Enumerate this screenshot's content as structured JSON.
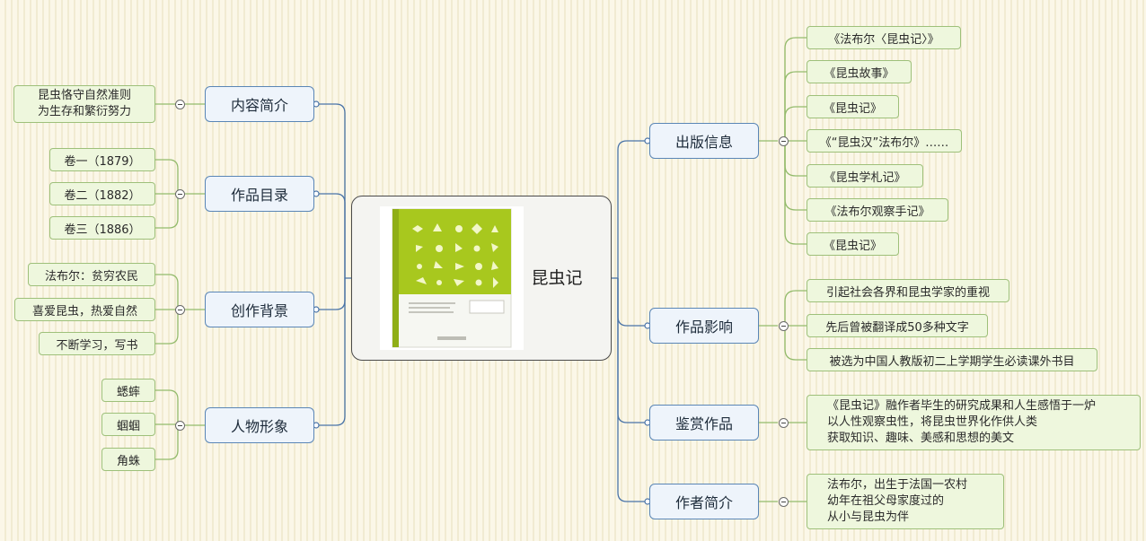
{
  "central": {
    "title": "昆虫记",
    "image": "book-cover"
  },
  "left_topics": [
    {
      "label": "内容简介",
      "children": [
        {
          "lines": [
            "昆虫恪守自然准则",
            "为生存和繁衍努力"
          ]
        }
      ]
    },
    {
      "label": "作品目录",
      "children": [
        {
          "lines": [
            "卷一（1879）"
          ]
        },
        {
          "lines": [
            "卷二（1882）"
          ]
        },
        {
          "lines": [
            "卷三（1886）"
          ]
        }
      ]
    },
    {
      "label": "创作背景",
      "children": [
        {
          "lines": [
            "法布尔：贫穷农民"
          ]
        },
        {
          "lines": [
            "喜爱昆虫，热爱自然"
          ]
        },
        {
          "lines": [
            "不断学习，写书"
          ]
        }
      ]
    },
    {
      "label": "人物形象",
      "children": [
        {
          "lines": [
            "蟋蟀"
          ]
        },
        {
          "lines": [
            "蝈蝈"
          ]
        },
        {
          "lines": [
            "角蛛"
          ]
        }
      ]
    }
  ],
  "right_topics": [
    {
      "label": "出版信息",
      "children": [
        {
          "lines": [
            "《法布尔〈昆虫记〉》"
          ]
        },
        {
          "lines": [
            "《昆虫故事》"
          ]
        },
        {
          "lines": [
            "《昆虫记》"
          ]
        },
        {
          "lines": [
            "《“昆虫汉”法布尔》……"
          ]
        },
        {
          "lines": [
            "《昆虫学札记》"
          ]
        },
        {
          "lines": [
            "《法布尔观察手记》"
          ]
        },
        {
          "lines": [
            "《昆虫记》"
          ]
        }
      ]
    },
    {
      "label": "作品影响",
      "children": [
        {
          "lines": [
            "引起社会各界和昆虫学家的重视"
          ]
        },
        {
          "lines": [
            "先后曾被翻译成50多种文字"
          ]
        },
        {
          "lines": [
            "被选为中国人教版初二上学期学生必读课外书目"
          ]
        }
      ]
    },
    {
      "label": "鉴赏作品",
      "children": [
        {
          "lines": [
            "《昆虫记》融作者毕生的研究成果和人生感悟于一炉",
            "以人性观察虫性，将昆虫世界化作供人类",
            "获取知识、趣味、美感和思想的美文"
          ]
        }
      ]
    },
    {
      "label": "作者简介",
      "children": [
        {
          "lines": [
            "法布尔，出生于法国一农村",
            "幼年在祖父母家度过的",
            "从小与昆虫为伴"
          ]
        }
      ]
    }
  ],
  "colors": {
    "topic_border": "#5a86b6",
    "topic_fill": "#eef4fb",
    "leaf_border": "#9ec07a",
    "leaf_fill": "#eef7dd",
    "link_color": "#4a74a8",
    "leaf_link_color": "#93bb6c",
    "cover_green": "#a8c81e"
  }
}
